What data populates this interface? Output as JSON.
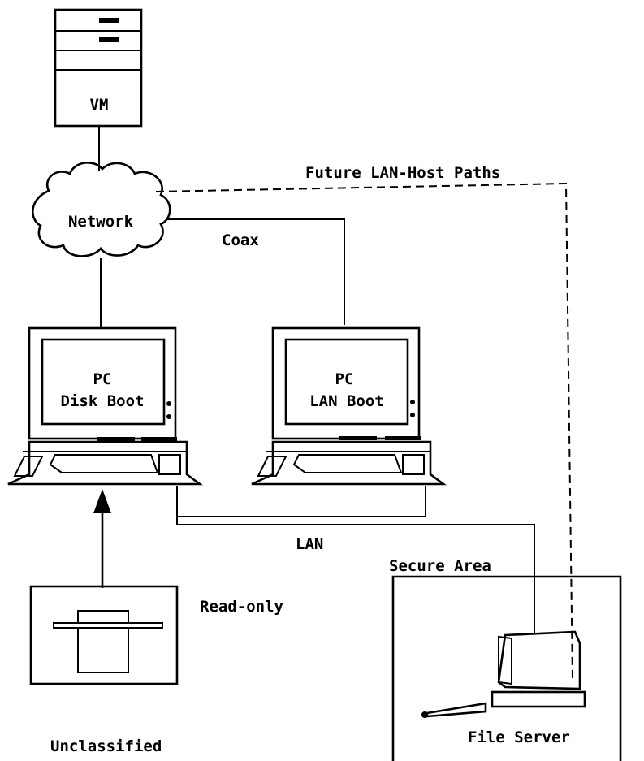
{
  "labels": {
    "host": "VM",
    "network": "Network",
    "future_paths": "Future LAN-Host Paths",
    "coax": "Coax",
    "pc_disk_line1": "PC",
    "pc_disk_line2": "Disk Boot",
    "pc_lan_line1": "PC",
    "pc_lan_line2": "LAN Boot",
    "lan": "LAN",
    "secure_area": "Secure Area",
    "read_only": "Read-only",
    "unclassified": "Unclassified",
    "file_server": "File Server"
  }
}
